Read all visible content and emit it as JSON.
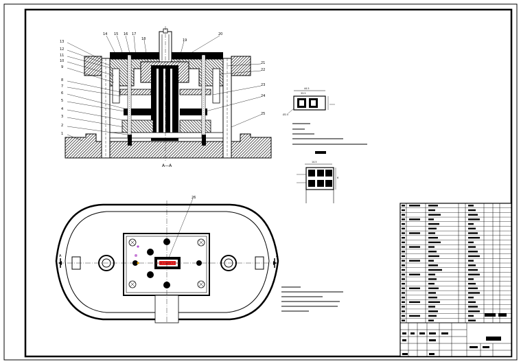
{
  "section_view": {
    "title": "A—A",
    "callouts": [
      "1",
      "2",
      "3",
      "4",
      "5",
      "6",
      "7",
      "8",
      "9",
      "10",
      "11",
      "12",
      "13",
      "14",
      "15",
      "16",
      "17",
      "18",
      "19",
      "20",
      "21",
      "22",
      "23",
      "24",
      "25"
    ]
  },
  "plan_view": {
    "callout": "26",
    "section_marks": [
      "A",
      "A"
    ]
  },
  "part_sketch": {
    "dims": [
      "44.5",
      "33.5",
      "Ø2.5",
      "14.5",
      "6"
    ]
  }
}
